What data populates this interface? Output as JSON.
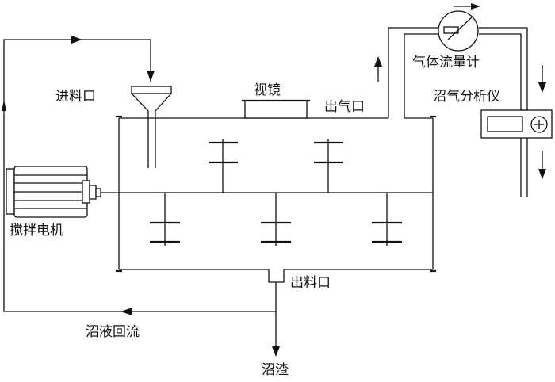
{
  "labels": {
    "feed_inlet": "进料口",
    "sight_glass": "视镜",
    "gas_outlet": "出气口",
    "gas_flow_meter": "气体流量计",
    "biogas_analyzer": "沼气分析仪",
    "stirring_motor": "搅拌电机",
    "discharge_outlet": "出料口",
    "slurry_reflux": "沼液回流",
    "digestate": "沼渣"
  },
  "icons": {
    "motor": "motor-icon",
    "flow_meter": "gauge-icon",
    "analyzer": "display-panel-icon"
  }
}
